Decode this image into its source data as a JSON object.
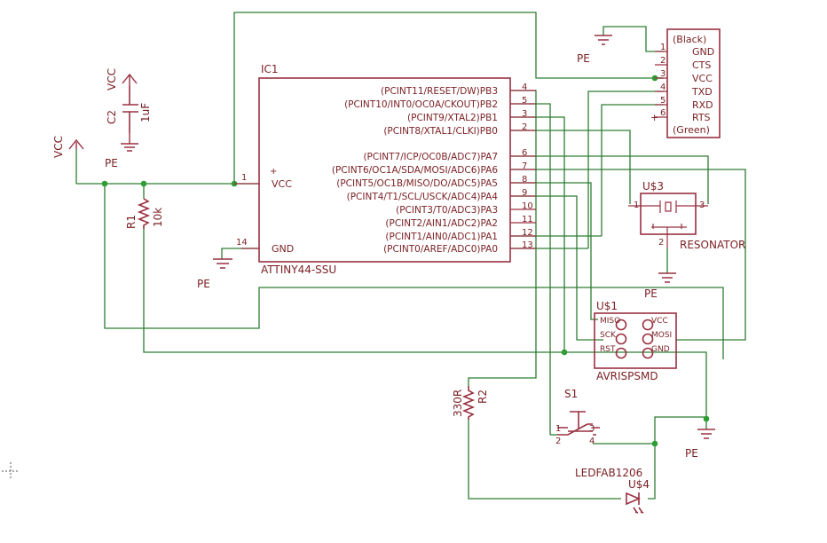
{
  "colors": {
    "wire": "#2e7d32",
    "part": "#9a3040",
    "text": "#7a1f23",
    "junction": "#2e9e33"
  },
  "ic1": {
    "ref": "IC1",
    "value": "ATTINY44-SSU",
    "plus": "+",
    "left_pins": [
      {
        "label": "VCC",
        "num": "1"
      },
      {
        "label": "GND",
        "num": "14"
      }
    ],
    "right_pins": [
      {
        "label": "(PCINT11/RESET/DW)PB3",
        "num": "4"
      },
      {
        "label": "(PCINT10/INT0/OC0A/CKOUT)PB2",
        "num": "5"
      },
      {
        "label": "(PCINT9/XTAL2)PB1",
        "num": "3"
      },
      {
        "label": "(PCINT8/XTAL1/CLKI)PB0",
        "num": "2"
      },
      {
        "label": "(PCINT7/ICP/OC0B/ADC7)PA7",
        "num": "6"
      },
      {
        "label": "(PCINT6/OC1A/SDA/MOSI/ADC6)PA6",
        "num": "7"
      },
      {
        "label": "(PCINT5/OC1B/MISO/DO/ADC5)PA5",
        "num": "8"
      },
      {
        "label": "(PCINT4/T1/SCL/USCK/ADC4)PA4",
        "num": "9"
      },
      {
        "label": "(PCINT3/T0/ADC3)PA3",
        "num": "10"
      },
      {
        "label": "(PCINT2/AIN1/ADC2)PA2",
        "num": "11"
      },
      {
        "label": "(PCINT1/AIN0/ADC1)PA1",
        "num": "12"
      },
      {
        "label": "(PCINT0/AREF/ADC0)PA0",
        "num": "13"
      }
    ]
  },
  "ftdi": {
    "top_label": "(Black)",
    "bottom_label": "(Green)",
    "plus": "+",
    "pins": [
      {
        "num": "1",
        "label": "GND"
      },
      {
        "num": "2",
        "label": "CTS"
      },
      {
        "num": "3",
        "label": "VCC"
      },
      {
        "num": "4",
        "label": "TXD"
      },
      {
        "num": "5",
        "label": "RXD"
      },
      {
        "num": "6",
        "label": "RTS"
      }
    ]
  },
  "resonator": {
    "ref": "U$3",
    "value": "RESONATOR",
    "pins": [
      "1",
      "2",
      "3"
    ]
  },
  "avr": {
    "ref": "U$1",
    "value": "AVRISPSMD",
    "left_labels": [
      "MISO",
      "SCK",
      "RST"
    ],
    "right_labels": [
      "VCC",
      "MOSI",
      "GND"
    ]
  },
  "switch": {
    "ref": "S1",
    "pins": [
      "1",
      "2",
      "3",
      "4"
    ]
  },
  "led": {
    "ref": "U$4",
    "value": "LEDFAB1206"
  },
  "r1": {
    "ref": "R1",
    "value": "10k"
  },
  "r2": {
    "ref": "R2",
    "value": "330R"
  },
  "c2": {
    "ref": "C2",
    "value": "1uF"
  },
  "power": {
    "vcc": "VCC",
    "pe": "PE"
  }
}
